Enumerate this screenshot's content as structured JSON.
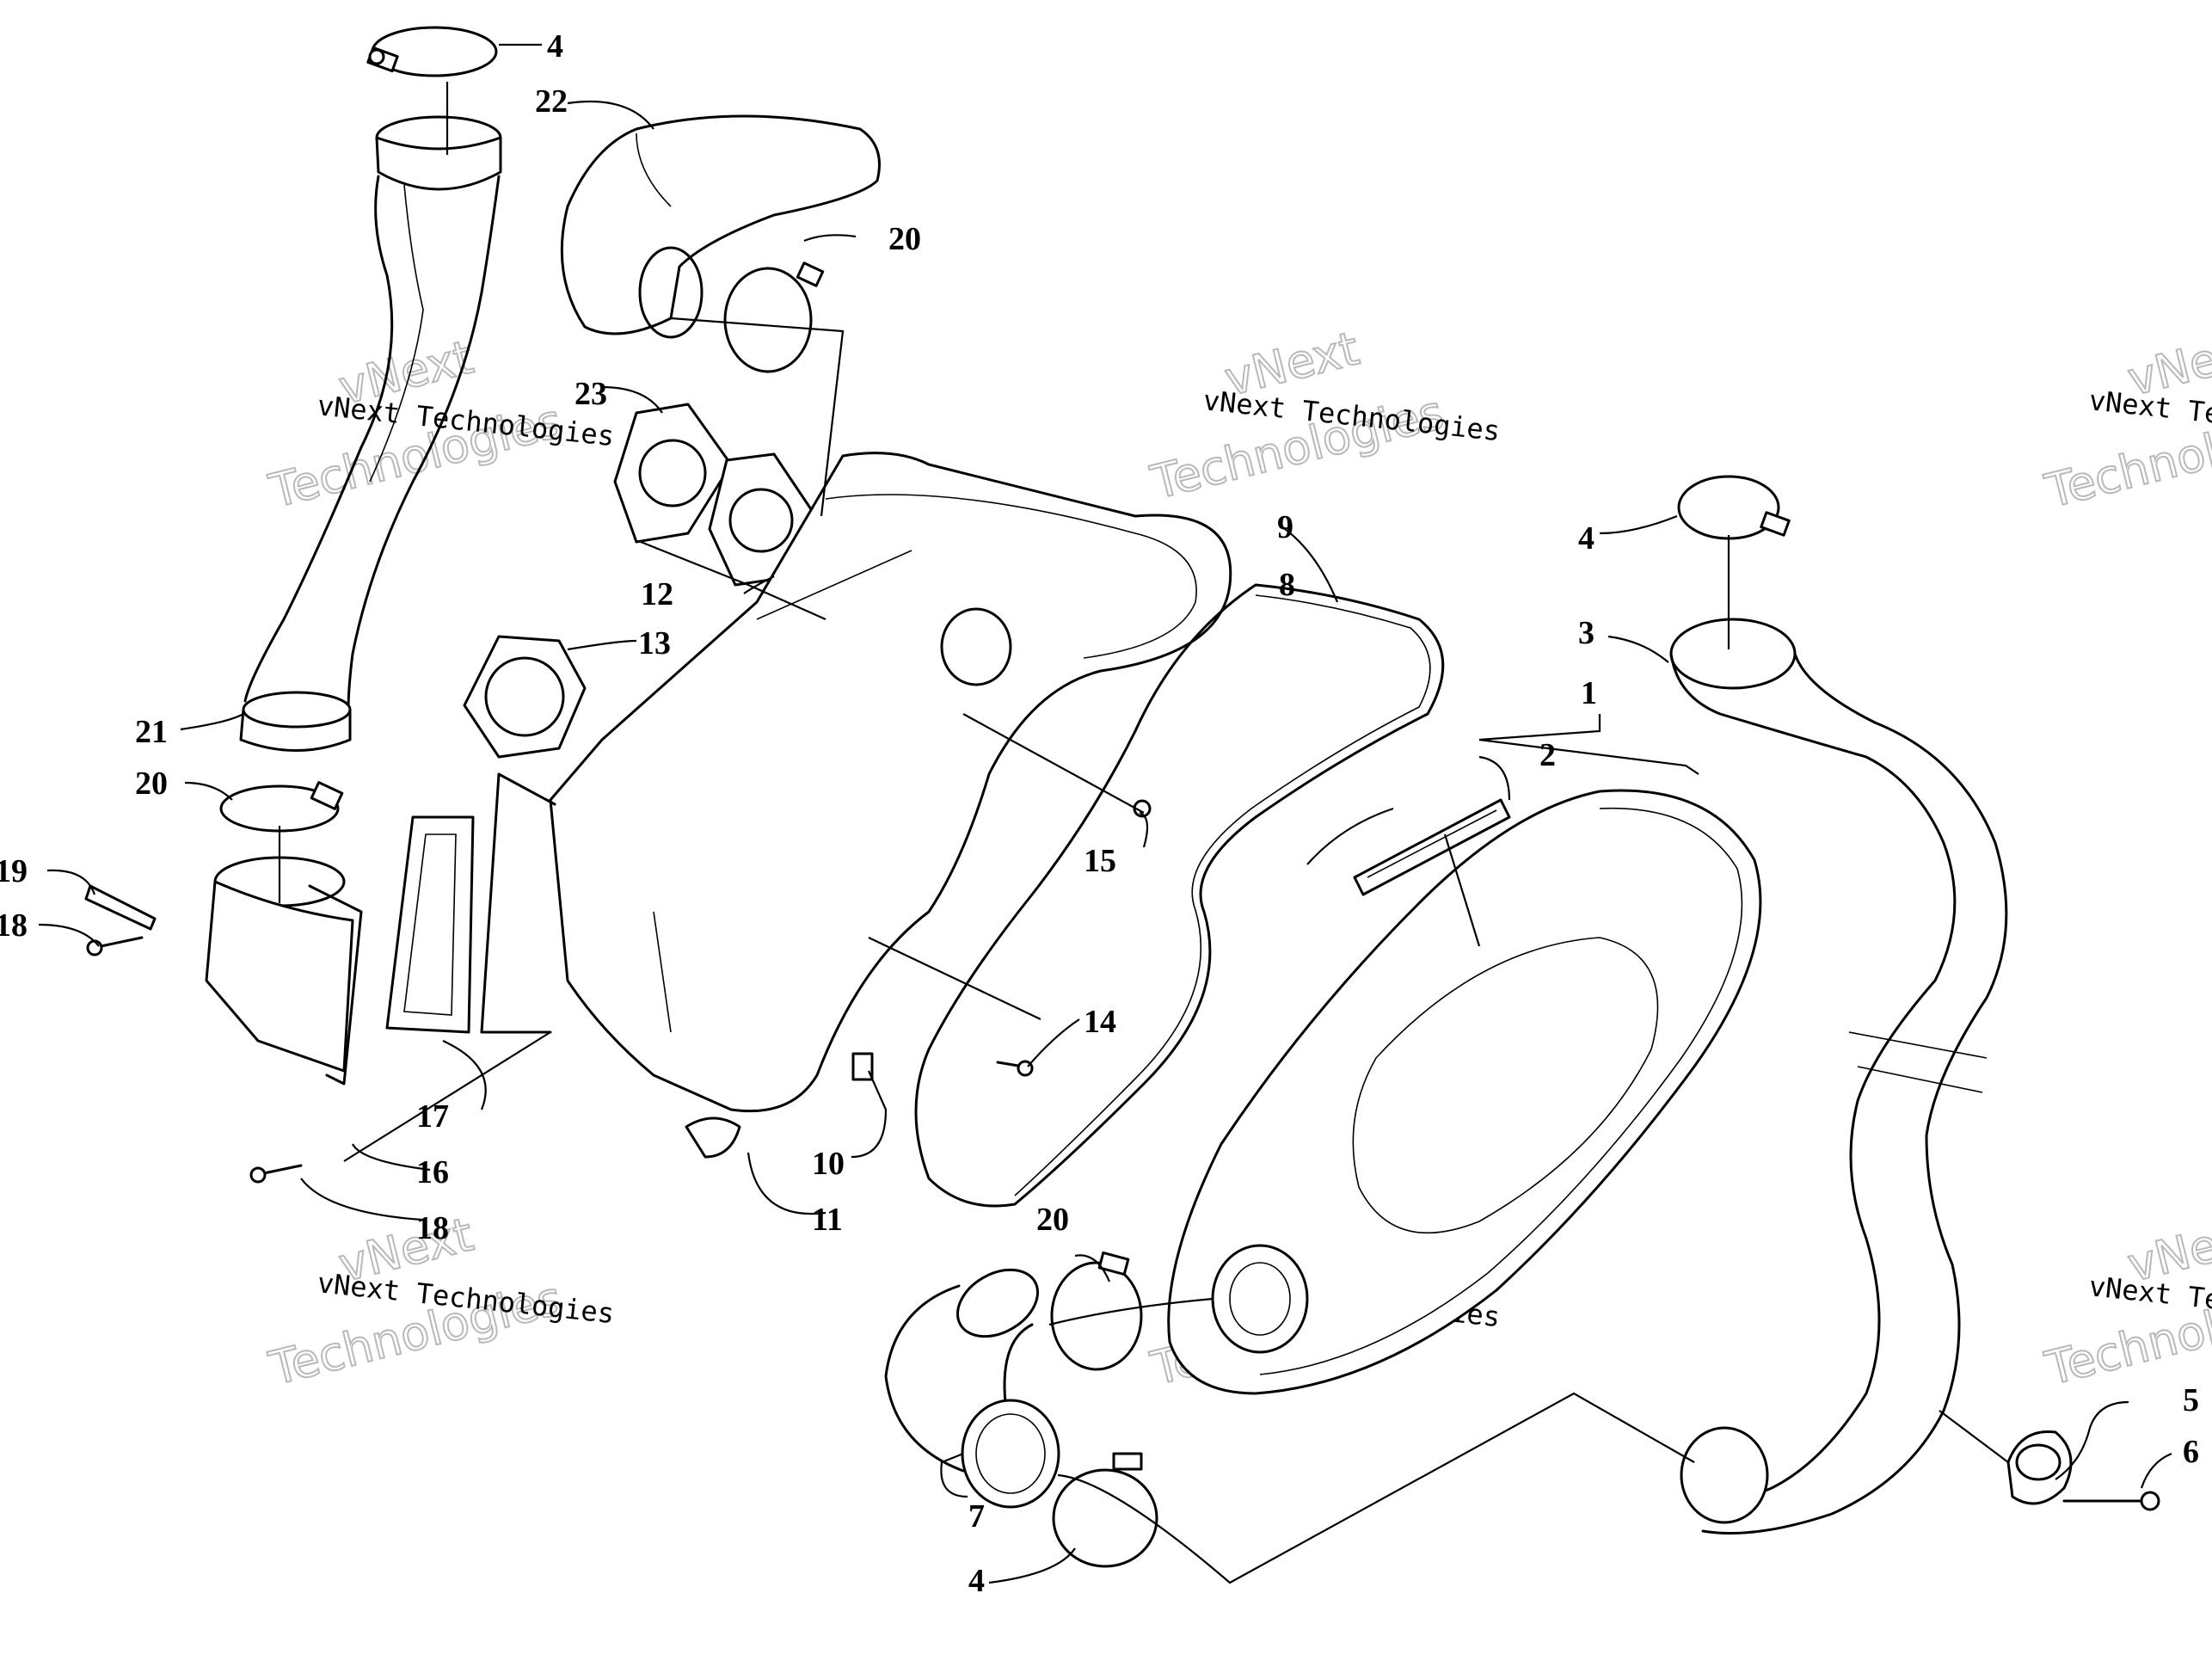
{
  "callouts": {
    "c1": "1",
    "c2": "2",
    "c3": "3",
    "c4a": "4",
    "c4b": "4",
    "c4c": "4",
    "c5": "5",
    "c6": "6",
    "c7": "7",
    "c8": "8",
    "c9": "9",
    "c10": "10",
    "c11": "11",
    "c12": "12",
    "c13": "13",
    "c14": "14",
    "c15": "15",
    "c16": "16",
    "c17": "17",
    "c18a": "18",
    "c18b": "18",
    "c19": "19",
    "c20a": "20",
    "c20b": "20",
    "c20c": "20",
    "c21": "21",
    "c22": "22",
    "c23": "23"
  },
  "watermark": {
    "line1": "vNext Technologies",
    "big1": "vNext",
    "big2": "Technologies"
  }
}
